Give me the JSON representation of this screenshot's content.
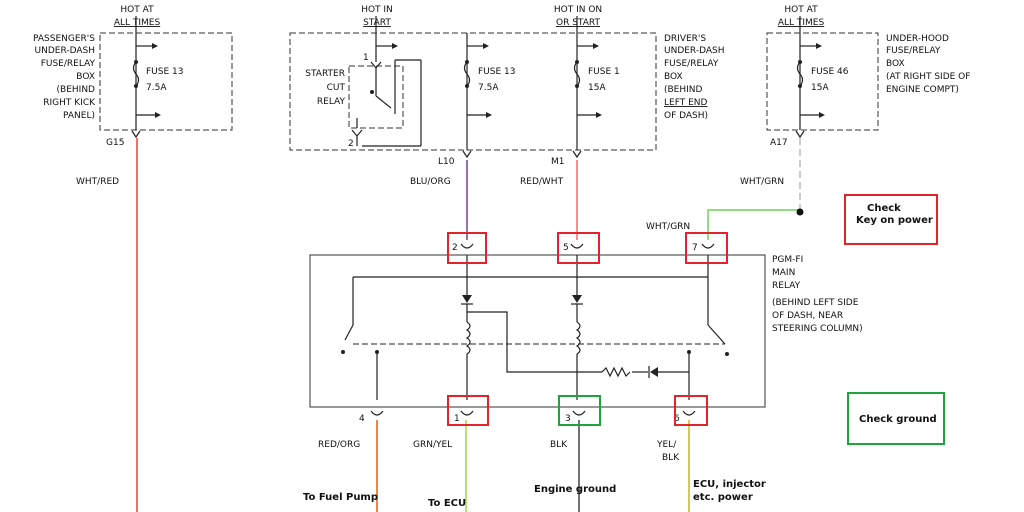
{
  "colors": {
    "wht_red": "#e04a2a",
    "blu_org": "#7a3f99",
    "red_wht": "#f26b6b",
    "wht_grn": "#6ed35a",
    "wht_grn_dashed": "#bbbbbb",
    "red_org": "#e65a16",
    "grn_yel": "#a7d63a",
    "blk": "#444444",
    "yel_blk": "#c7b520",
    "red_callout": "#e0242a",
    "green_callout": "#1fa33a"
  },
  "sources": {
    "passenger": {
      "hot_line1": "HOT AT",
      "hot_line2": "ALL TIMES",
      "fuse_name": "FUSE 13",
      "fuse_rating": "7.5A",
      "box_label": [
        "PASSENGER'S",
        "UNDER-DASH",
        "FUSE/RELAY",
        "BOX",
        "(BEHIND",
        "RIGHT KICK",
        "PANEL)"
      ],
      "connector": "G15",
      "wire": "WHT/RED"
    },
    "hot_start": {
      "line1": "HOT IN",
      "line2": "START"
    },
    "hot_on_start": {
      "line1": "HOT IN ON",
      "line2": "OR START"
    },
    "driver": {
      "starter_relay": [
        "STARTER",
        "CUT",
        "RELAY"
      ],
      "pin_top": "1",
      "pin_bottom": "2",
      "fuse_a_name": "FUSE 13",
      "fuse_a_rating": "7.5A",
      "fuse_b_name": "FUSE 1",
      "fuse_b_rating": "15A",
      "box_label": [
        "DRIVER'S",
        "UNDER-DASH",
        "FUSE/RELAY",
        "BOX",
        "(BEHIND",
        "LEFT END",
        "OF DASH)"
      ],
      "connector_a": "L10",
      "wire_a": "BLU/ORG",
      "connector_b": "M1",
      "wire_b": "RED/WHT"
    },
    "underhood": {
      "hot_line1": "HOT AT",
      "hot_line2": "ALL TIMES",
      "fuse_name": "FUSE 46",
      "fuse_rating": "15A",
      "box_label": [
        "UNDER-HOOD",
        "FUSE/RELAY",
        "BOX",
        "(AT RIGHT SIDE OF",
        "ENGINE COMPT)"
      ],
      "connector": "A17",
      "wire": "WHT/GRN"
    }
  },
  "relay": {
    "label": [
      "PGM-FI",
      "MAIN",
      "RELAY",
      "(BEHIND LEFT SIDE",
      "OF DASH, NEAR",
      "STEERING COLUMN)"
    ],
    "top_pins": [
      {
        "num": "2",
        "wire": ""
      },
      {
        "num": "5",
        "wire": ""
      },
      {
        "num": "7",
        "wire": "WHT/GRN"
      }
    ],
    "bottom_pins": [
      {
        "num": "4",
        "wire": "RED/ORG",
        "dest": "To Fuel Pump"
      },
      {
        "num": "1",
        "wire": "GRN/YEL",
        "dest": "To ECU"
      },
      {
        "num": "3",
        "wire": "BLK",
        "dest": "Engine ground"
      },
      {
        "num": "6",
        "wire": "YEL/",
        "wire2": "BLK",
        "dest": "ECU, injector",
        "dest2": "etc. power"
      }
    ]
  },
  "annotations": {
    "key_on_line1": "Check",
    "key_on_line2": "Key on power",
    "ground": "Check ground"
  }
}
